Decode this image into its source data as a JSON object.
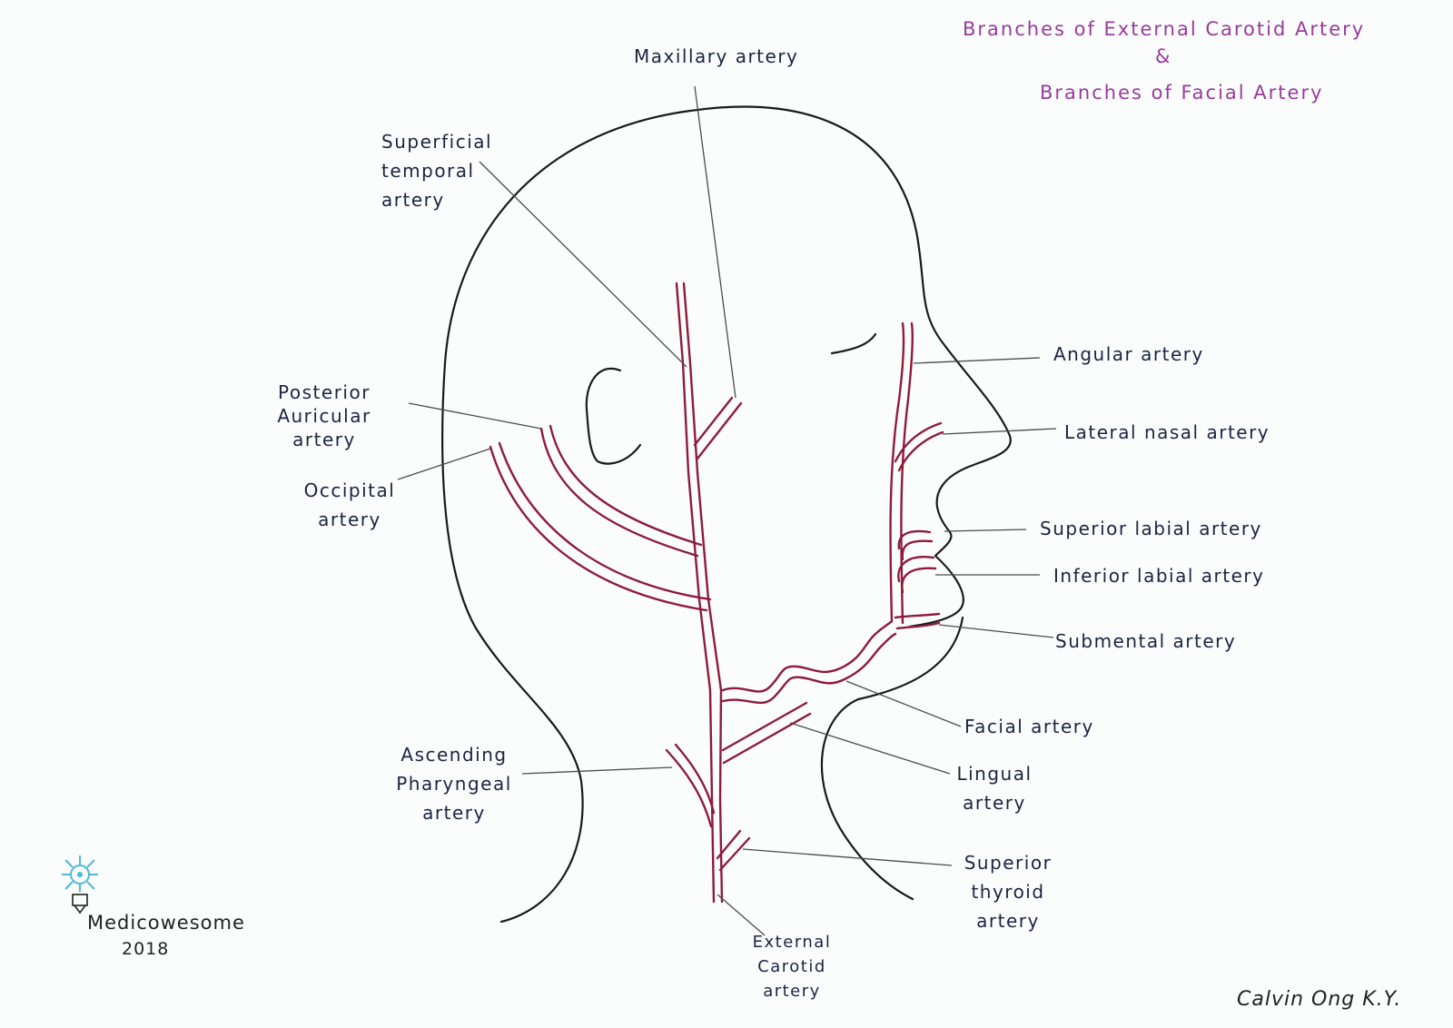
{
  "title": {
    "line1": "Branches of External Carotid Artery",
    "amp": "&",
    "line2": "Branches of Facial Artery"
  },
  "labels": {
    "maxillary": "Maxillary artery",
    "superficial_temporal": [
      "Superficial",
      "temporal",
      "artery"
    ],
    "posterior_auricular": [
      "Posterior",
      "Auricular",
      "artery"
    ],
    "occipital": [
      "Occipital",
      "artery"
    ],
    "ascending_pharyngeal": [
      "Ascending",
      "Pharyngeal",
      "artery"
    ],
    "external_carotid": [
      "External",
      "Carotid",
      "artery"
    ],
    "angular": "Angular artery",
    "lateral_nasal": "Lateral nasal artery",
    "superior_labial": "Superior labial artery",
    "inferior_labial": "Inferior labial artery",
    "submental": "Submental artery",
    "facial": "Facial artery",
    "lingual": [
      "Lingual",
      "artery"
    ],
    "superior_thyroid": [
      "Superior",
      "thyroid",
      "artery"
    ]
  },
  "logo": {
    "name": "Medicowesome",
    "year": "2018"
  },
  "signature": "Calvin Ong K.Y.",
  "colors": {
    "artery": "#8e1b3d",
    "title": "#9a3a9c",
    "label": "#1b2440",
    "logo": "#4fb8d8"
  }
}
